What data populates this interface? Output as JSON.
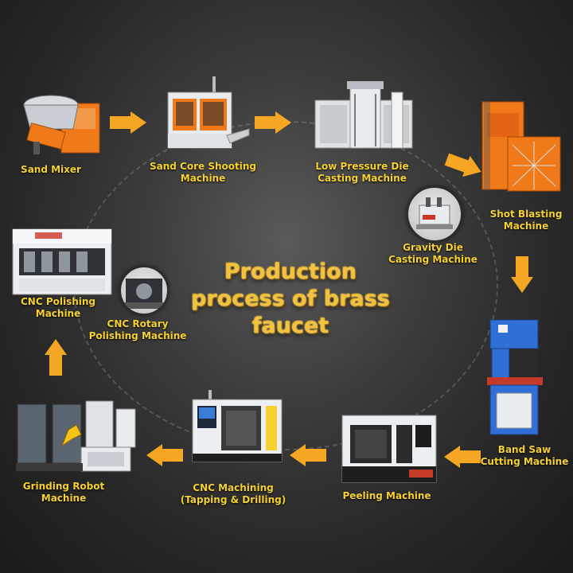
{
  "title": {
    "line1": "Production",
    "line2": "process of brass",
    "line3": "faucet"
  },
  "steps": {
    "sand_mixer": "Sand Mixer",
    "sand_core": [
      "Sand Core Shooting",
      "Machine"
    ],
    "low_pressure": [
      "Low Pressure Die",
      "Casting Machine"
    ],
    "shot_blasting": [
      "Shot Blasting",
      "Machine"
    ],
    "gravity": [
      "Gravity Die",
      "Casting Machine"
    ],
    "band_saw": [
      "Band Saw",
      "Cutting Machine"
    ],
    "peeling": "Peeling Machine",
    "cnc_machining": [
      "CNC Machining",
      "(Tapping & Drilling)"
    ],
    "grinding_robot": [
      "Grinding Robot",
      "Machine"
    ],
    "cnc_polishing": [
      "CNC Polishing",
      "Machine"
    ],
    "cnc_rotary": [
      "CNC Rotary",
      "Polishing Machine"
    ]
  },
  "colors": {
    "label": "#f5d030",
    "arrow": "#f5a623",
    "machine_orange": "#f07a1a",
    "machine_blue": "#2f6fd6",
    "machine_white": "#e8ecef"
  },
  "icons": {
    "arrow": "chevron-arrow",
    "sand_mixer": "sand-mixer-machine",
    "cnc": "cnc-lathe-machine"
  }
}
